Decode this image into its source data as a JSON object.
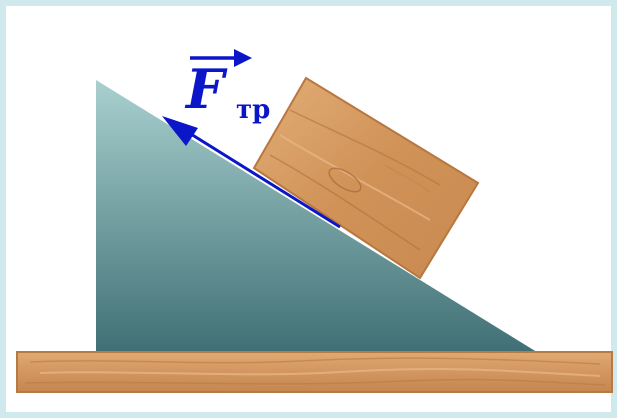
{
  "force_label": {
    "symbol": "F",
    "subscript": "тр"
  },
  "colors": {
    "background_border": "#cfe9ec",
    "panel": "#ffffff",
    "incline_top": "#a9d0cf",
    "incline_bottom": "#3f6f74",
    "block_wood": "#d69a63",
    "block_edge": "#b8773f",
    "floor_wood": "#d59a66",
    "floor_edge": "#b57a45",
    "force_vector": "#0b16c8"
  },
  "icons": {
    "vector_arrow": "right-arrow-overbar",
    "force_arrow": "arrow-left-up"
  }
}
